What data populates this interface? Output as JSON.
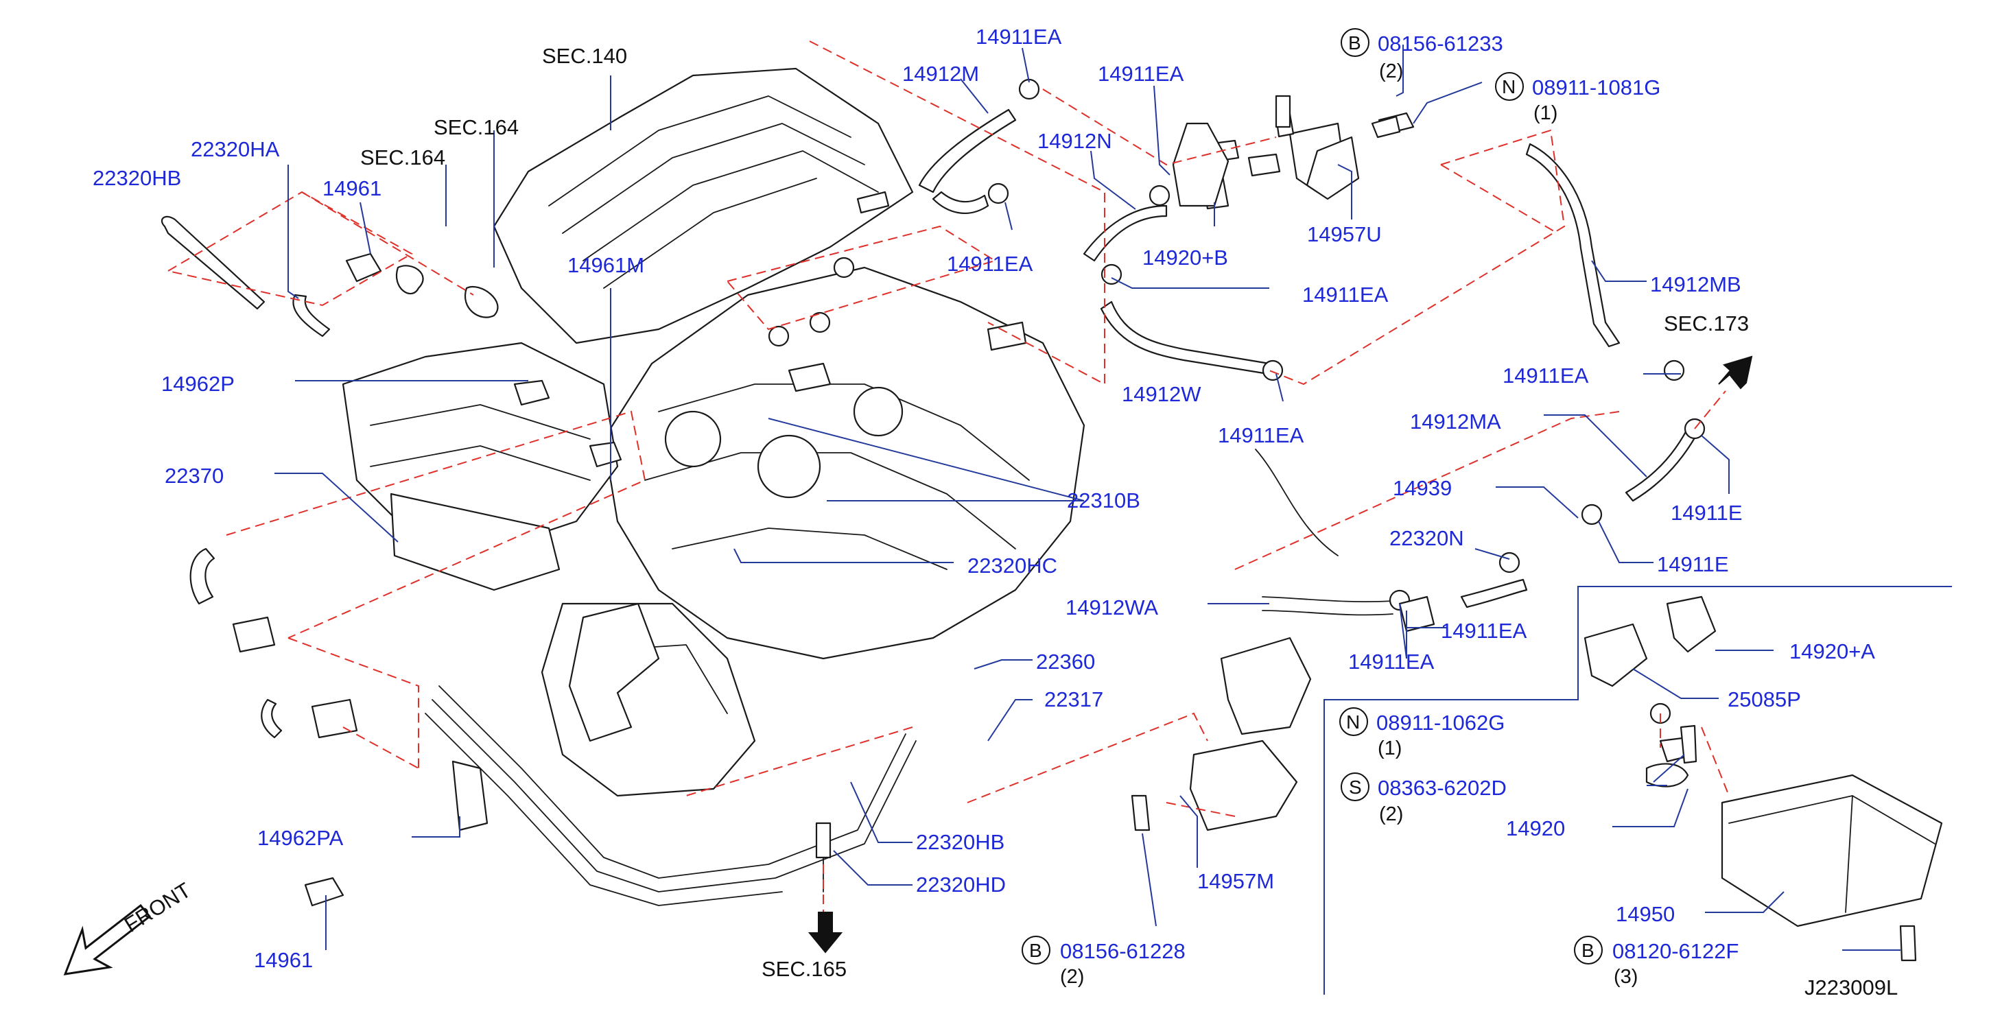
{
  "diagram_id": "J223009L",
  "front_label": "FRONT",
  "section_refs": {
    "sec140": "SEC.140",
    "sec164a": "SEC.164",
    "sec164b": "SEC.164",
    "sec165": "SEC.165",
    "sec173": "SEC.173"
  },
  "part_labels": {
    "p22320HB_top": "22320HB",
    "p22320HA": "22320HA",
    "p14961_top": "14961",
    "p14961M": "14961M",
    "p14962P": "14962P",
    "p22370": "22370",
    "p14962PA": "14962PA",
    "p14961_bot": "14961",
    "p14911EA_1": "14911EA",
    "p14912M": "14912M",
    "p14911EA_2": "14911EA",
    "p14912N": "14912N",
    "p14911EA_3": "14911EA",
    "p14920B": "14920+B",
    "p14957U": "14957U",
    "p14911EA_4": "14911EA",
    "p14912W": "14912W",
    "p14911EA_5": "14911EA",
    "p14912MB": "14912MB",
    "p14911EA_6": "14911EA",
    "p14912MA": "14912MA",
    "p14911E_1": "14911E",
    "p14939": "14939",
    "p22320N": "22320N",
    "p14911E_2": "14911E",
    "p14912WA": "14912WA",
    "p14911EA_7": "14911EA",
    "p14911EA_8": "14911EA",
    "p22310B": "22310B",
    "p22320HC": "22320HC",
    "p22360": "22360",
    "p22317": "22317",
    "p22320HB_bot": "22320HB",
    "p22320HD": "22320HD",
    "p14957M": "14957M",
    "p14920A": "14920+A",
    "p25085P": "25085P",
    "p14920": "14920",
    "p14950": "14950"
  },
  "fasteners": [
    {
      "symbol": "B",
      "code": "08156-61233",
      "qty": "(2)"
    },
    {
      "symbol": "N",
      "code": "08911-1081G",
      "qty": "(1)"
    },
    {
      "symbol": "N",
      "code": "08911-1062G",
      "qty": "(1)"
    },
    {
      "symbol": "S",
      "code": "08363-6202D",
      "qty": "(2)"
    },
    {
      "symbol": "B",
      "code": "08156-61228",
      "qty": "(2)"
    },
    {
      "symbol": "B",
      "code": "08120-6122F",
      "qty": "(3)"
    }
  ]
}
